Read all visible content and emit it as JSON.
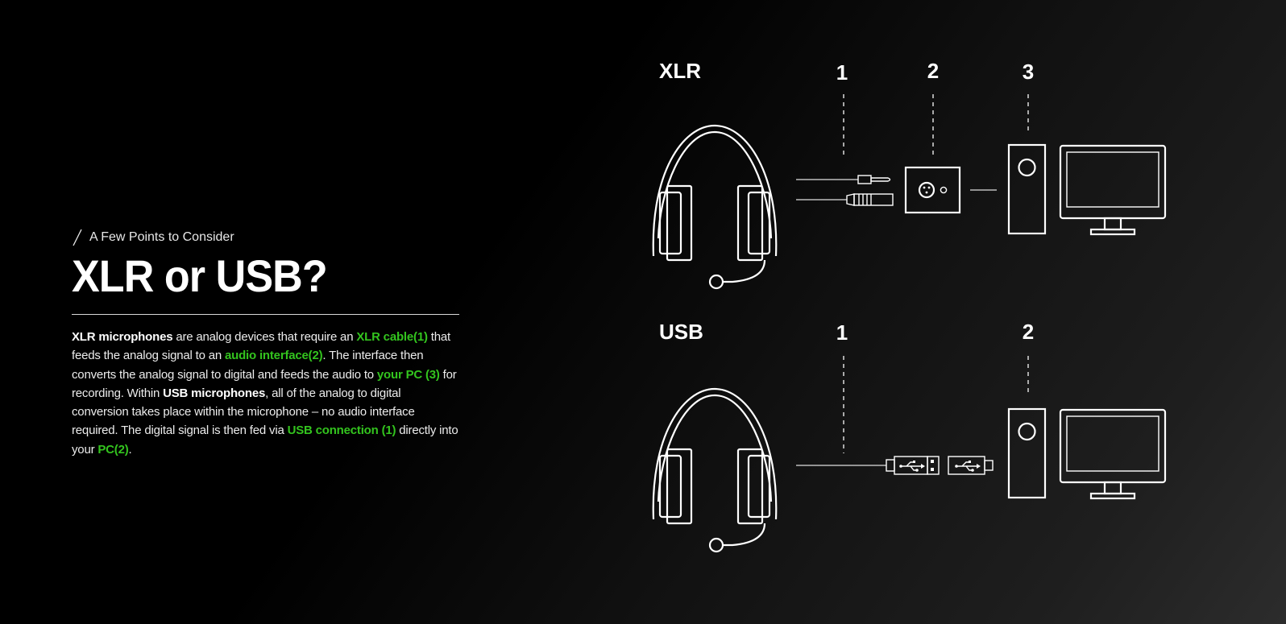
{
  "section": {
    "eyebrow": "A Few Points to Consider",
    "title": "XLR or USB?"
  },
  "body": {
    "t1": "XLR microphones",
    "t2": " are analog devices that require an ",
    "t3": "XLR cable(1)",
    "t4": " that feeds the analog signal to an ",
    "t5": "audio interface(2)",
    "t6": ". The interface then converts the analog signal to digital and feeds the audio to ",
    "t7": "your PC (3)",
    "t8": " for recording. Within ",
    "t9": "USB microphones",
    "t10": ", all of the analog to digital conversion takes place within the microphone – no audio interface required. The digital signal is then fed via ",
    "t11": "USB connection (1)",
    "t12": " directly into your ",
    "t13": "PC(2)",
    "t14": "."
  },
  "diagram": {
    "xlr": {
      "label": "XLR",
      "steps": [
        "1",
        "2",
        "3"
      ]
    },
    "usb": {
      "label": "USB",
      "steps": [
        "1",
        "2"
      ]
    }
  },
  "colors": {
    "accent": "#33c41e",
    "text": "#ffffff",
    "background": "#000000"
  },
  "icons": [
    "headset-icon",
    "trs-plug-icon",
    "xlr-plug-icon",
    "audio-interface-icon",
    "pc-tower-icon",
    "monitor-icon",
    "usb-plug-icon"
  ]
}
